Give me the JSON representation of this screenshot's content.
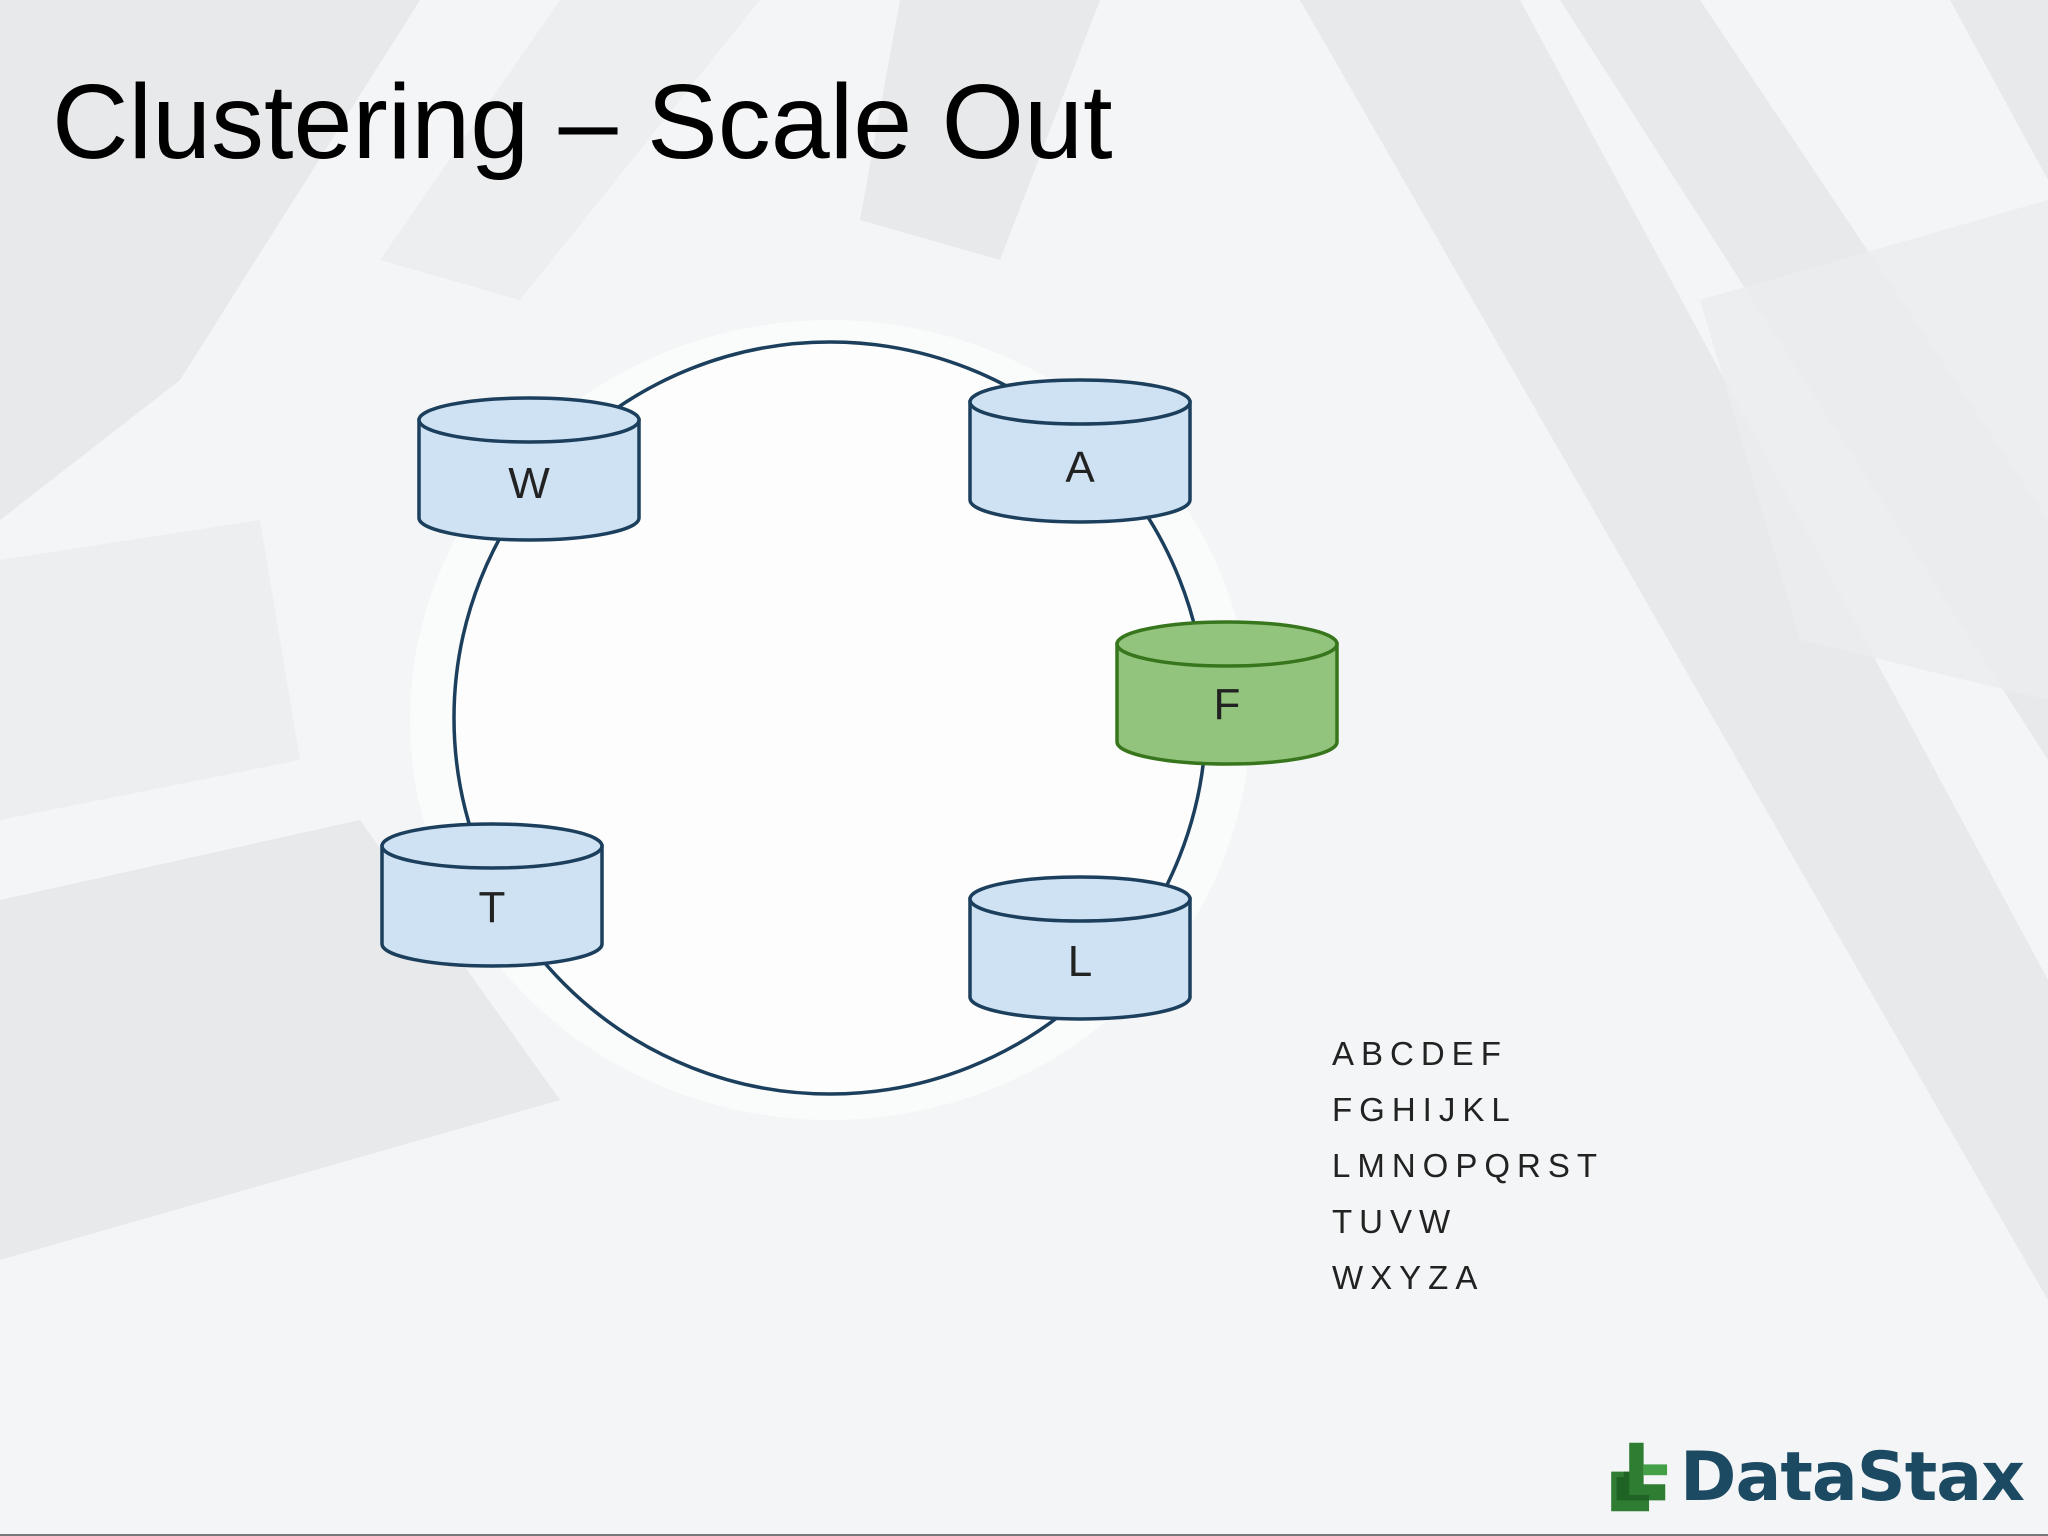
{
  "slide": {
    "title": "Clustering – Scale Out"
  },
  "ring": {
    "nodes": [
      {
        "label": "W",
        "status": "existing"
      },
      {
        "label": "A",
        "status": "existing"
      },
      {
        "label": "F",
        "status": "new"
      },
      {
        "label": "T",
        "status": "existing"
      },
      {
        "label": "L",
        "status": "existing"
      }
    ]
  },
  "token_ranges": [
    "ABCDEF",
    "FGHIJKL",
    "LMNOPQRST",
    "TUVW",
    "WXYZA"
  ],
  "logo": {
    "text": "DataStax"
  },
  "colors": {
    "existing_fill": "#cfe2f3",
    "existing_stroke": "#1b3f5c",
    "new_fill": "#93c47d",
    "new_stroke": "#38761d",
    "ring_stroke": "#1b3f5c",
    "logo_green": "#2e7d32",
    "logo_blue": "#1c4a63"
  }
}
